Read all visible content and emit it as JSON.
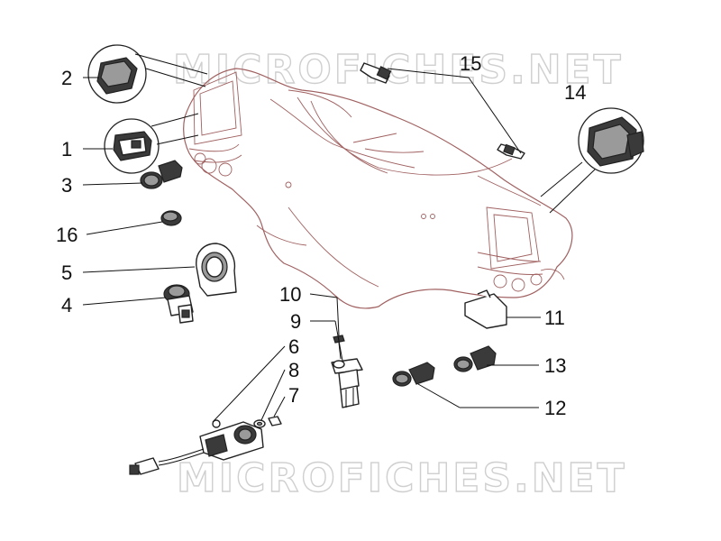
{
  "watermark": {
    "top": "MICROFICHES.NET",
    "bottom": "MICROFICHES.NET"
  },
  "callouts": [
    "2",
    "1",
    "3",
    "16",
    "5",
    "4",
    "15",
    "14",
    "10",
    "9",
    "6",
    "8",
    "7",
    "11",
    "13",
    "12"
  ],
  "colors": {
    "housing_outline": "#a06060",
    "part_outline": "#222222",
    "watermark": "#cfcfcf"
  }
}
